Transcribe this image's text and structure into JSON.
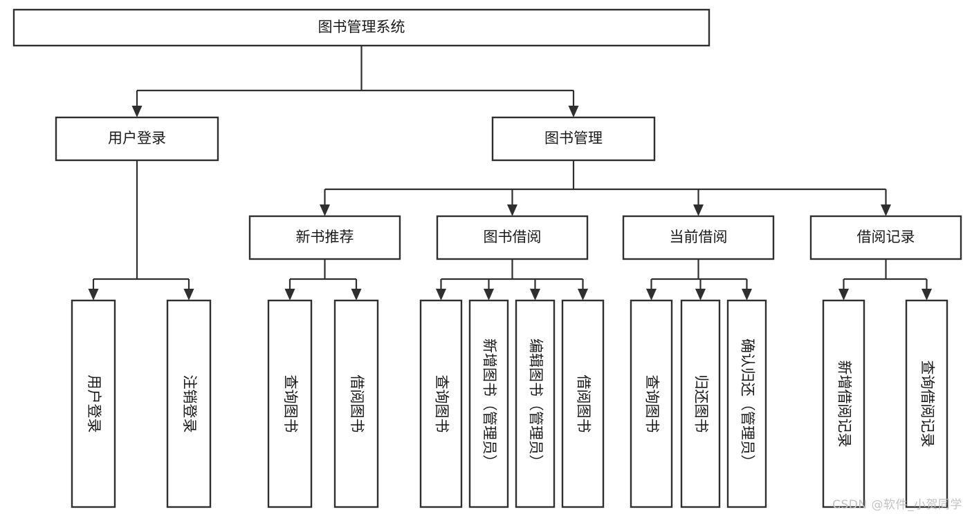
{
  "diagram": {
    "type": "tree-hierarchy",
    "title": "图书管理系统",
    "watermark": "CSDN @软件_小贺同学",
    "colors": {
      "box_stroke": "#2f2f2f",
      "box_fill": "#ffffff",
      "connector": "#2f2f2f",
      "text": "#1a1a1a",
      "watermark": "#c2c2c2",
      "background": "#ffffff"
    },
    "levels": {
      "level1": [
        {
          "id": "root",
          "label": "图书管理系统"
        }
      ],
      "level2": [
        {
          "id": "user-login",
          "label": "用户登录",
          "parent": "root"
        },
        {
          "id": "book-mgmt",
          "label": "图书管理",
          "parent": "root"
        }
      ],
      "level3": [
        {
          "id": "new-book-rec",
          "label": "新书推荐",
          "parent": "book-mgmt"
        },
        {
          "id": "book-borrow",
          "label": "图书借阅",
          "parent": "book-mgmt"
        },
        {
          "id": "current-borrow",
          "label": "当前借阅",
          "parent": "book-mgmt"
        },
        {
          "id": "borrow-record",
          "label": "借阅记录",
          "parent": "book-mgmt"
        }
      ],
      "level4": [
        {
          "id": "leaf-user-login",
          "label": "用户登录",
          "parent": "user-login"
        },
        {
          "id": "leaf-user-logout",
          "label": "注销登录",
          "parent": "user-login"
        },
        {
          "id": "leaf-query-book-1",
          "label": "查询图书",
          "parent": "new-book-rec"
        },
        {
          "id": "leaf-borrow-book-1",
          "label": "借阅图书",
          "parent": "new-book-rec"
        },
        {
          "id": "leaf-query-book-2",
          "label": "查询图书",
          "parent": "book-borrow"
        },
        {
          "id": "leaf-add-book",
          "label": "新增图书（管理员）",
          "parent": "book-borrow"
        },
        {
          "id": "leaf-edit-book",
          "label": "编辑图书（管理员）",
          "parent": "book-borrow"
        },
        {
          "id": "leaf-borrow-book-2",
          "label": "借阅图书",
          "parent": "book-borrow"
        },
        {
          "id": "leaf-query-book-3",
          "label": "查询图书",
          "parent": "current-borrow"
        },
        {
          "id": "leaf-return-book",
          "label": "归还图书",
          "parent": "current-borrow"
        },
        {
          "id": "leaf-confirm-return",
          "label": "确认归还（管理员）",
          "parent": "current-borrow"
        },
        {
          "id": "leaf-add-record",
          "label": "新增借阅记录",
          "parent": "borrow-record"
        },
        {
          "id": "leaf-query-record",
          "label": "查询借阅记录",
          "parent": "borrow-record"
        }
      ]
    }
  }
}
